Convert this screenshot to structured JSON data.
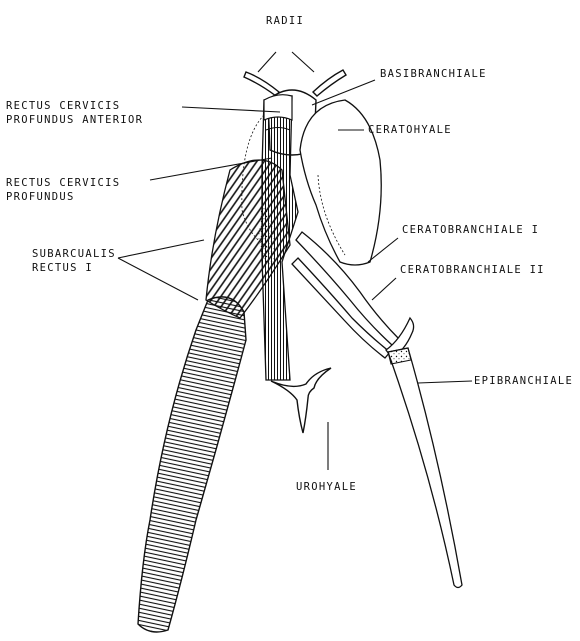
{
  "labels": {
    "radii": "RADII",
    "basibranchiale": "BASIBRANCHIALE",
    "rectus_cervicis_profundus_anterior": [
      "RECTUS CERVICIS",
      "PROFUNDUS ANTERIOR"
    ],
    "ceratohyale": "CERATOHYALE",
    "rectus_cervicis_profundus": [
      "RECTUS CERVICIS",
      "PROFUNDUS"
    ],
    "ceratobranchiale_i": "CERATOBRANCHIALE I",
    "ceratobranchiale_ii": "CERATOBRANCHIALE II",
    "subarcualis_rectus_i": [
      "SUBARCUALIS",
      "RECTUS I"
    ],
    "epibranchiale": "EPIBRANCHIALE",
    "urohyale": "UROHYALE"
  },
  "colors": {
    "ink": "#111111",
    "paper": "#ffffff"
  }
}
